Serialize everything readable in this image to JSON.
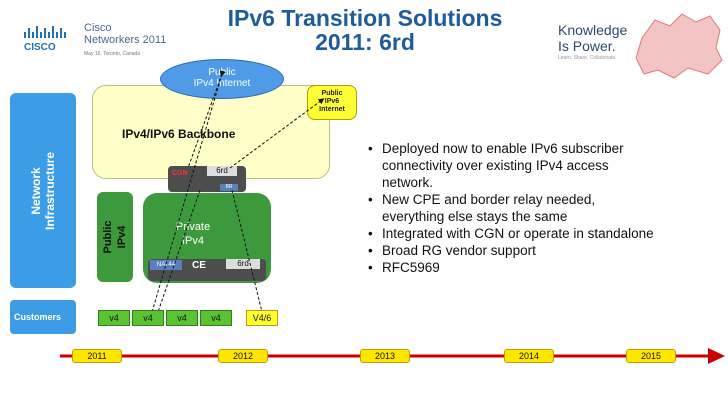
{
  "header": {
    "conference_name_line1": "Cisco",
    "conference_name_line2": "Networkers 2011",
    "conference_date": "May 16, Toronto, Canada",
    "title_line1": "IPv6 Transition Solutions",
    "title_line2": "2011: 6rd",
    "tagline_line1": "Knowledge",
    "tagline_line2": "Is Power.",
    "tagline_sub": "Learn. Share. Collaborate."
  },
  "diagram": {
    "ipv4_internet_line1": "Public",
    "ipv4_internet_line2": "IPv4 Internet",
    "ipv6_internet_line1": "Public",
    "ipv6_internet_line2": "IPv6",
    "ipv6_internet_line3": "Internet",
    "backbone_label": "IPv4/IPv6 Backbone",
    "network_infra_line1": "Network",
    "network_infra_line2": "Infrastructure",
    "public_ipv4_line1": "Public",
    "public_ipv4_line2": "IPv4",
    "private_line1": "Private",
    "private_line2": "IPv4",
    "cgn_label": "CGN",
    "sixrd_label": "6rd",
    "bfr_label": "BR",
    "nat44_label": "NAT44",
    "ce_label": "CE",
    "ce_sixrd_label": "6rd",
    "customers_label": "Customers",
    "customer_boxes": [
      "v4",
      "v4",
      "v4",
      "v4",
      "V4/6"
    ]
  },
  "timeline": {
    "years": [
      "2011",
      "2012",
      "2013",
      "2014",
      "2015"
    ]
  },
  "bullets": [
    "Deployed now to enable IPv6 subscriber connectivity over existing IPv4 access network.",
    "New CPE and border relay needed, everything else stays the same",
    "Integrated with CGN or operate in standalone",
    "Broad RG vendor support",
    "RFC5969"
  ],
  "colors": {
    "title": "#1f5c99",
    "network_blue": "#3c9de6",
    "green": "#3c9a3c",
    "backbone_yellow": "#ffffc8",
    "timeline_red": "#cc0000",
    "year_yellow": "#ffe600"
  }
}
